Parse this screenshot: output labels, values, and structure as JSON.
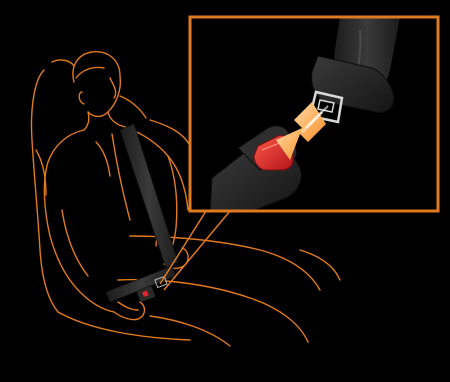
{
  "illustration": {
    "subject": "seat-belt-buckle-fastening",
    "colors": {
      "background": "#000000",
      "outline": "#e07a1f",
      "belt": "#2b2b2b",
      "belt_highlight": "#4a4a4a",
      "buckle_release": "#e5262a",
      "arrow_start": "#ffe9c9",
      "arrow_end": "#f07a14",
      "inset_frame": "#e07a1f"
    },
    "icons": [
      "seated-person",
      "seat-belt",
      "buckle",
      "latch-tongue",
      "insert-arrow"
    ]
  }
}
